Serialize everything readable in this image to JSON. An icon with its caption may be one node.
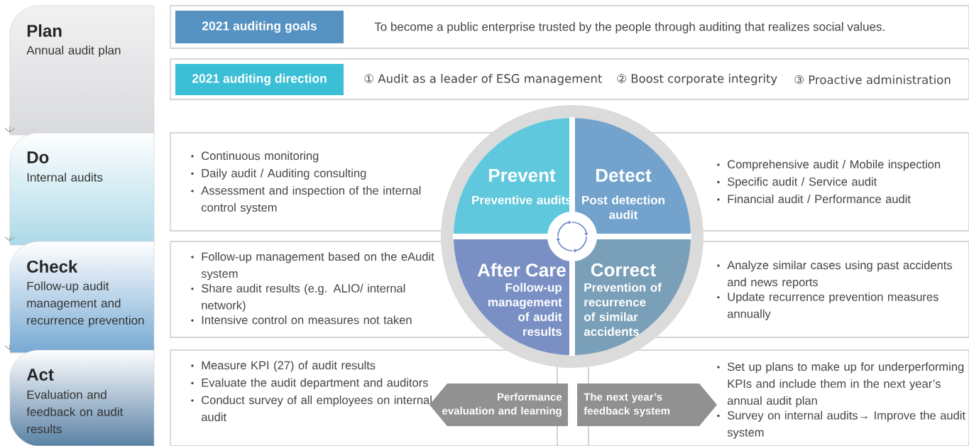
{
  "diagram": {
    "nodes": [
      {
        "text": [
          "Plan",
          "Annual audit plan"
        ]
      },
      {
        "text": [
          "Do",
          "Internal audits"
        ]
      },
      {
        "text": [
          "Check",
          "Follow-up audit management and recurrence prevention"
        ]
      },
      {
        "text": [
          "Act",
          "Evaluation and feedback on audit results"
        ]
      },
      {
        "text": [
          "To become a public enterprise trusted by the people through auditing that realizes social values."
        ]
      },
      {
        "text": [
          "2021 auditing goals"
        ],
        "in": 4
      },
      {
        "text": [
          "① Audit as a leader of ESG management",
          "② Boost corporate integrity",
          "③ Proactive administration"
        ]
      },
      {
        "text": [
          "2021 auditing direction"
        ],
        "in": 6
      },
      {
        "text": [
          "Continuous monitoring",
          "Daily audit / Auditing consulting",
          "Assessment and inspection of the internal control system",
          "Comprehensive audit / Mobile inspection",
          "Specific audit / Service audit",
          "Financial audit / Performance audit"
        ]
      },
      {
        "text": [
          "Follow-up management based on the eAudit system",
          "Share audit results (e.g. ALIO/ internal network)",
          "Intensive control on measures not taken",
          "Analyze similar cases using past accidents and news reports",
          "Update recurrence prevention measures annually"
        ]
      },
      {
        "text": [
          "Measure KPI (27) of audit results",
          "Evaluate the audit department and auditors",
          "Conduct survey of all employees on internal audit",
          "Set up plans to make up for underperforming KPIs and include them in the next year’s annual audit plan",
          "Survey on internal audits→ Improve the audit system"
        ]
      },
      {
        "text": [
          "Prevent",
          "Preventive audits"
        ]
      },
      {
        "text": [
          "Detect",
          "Post detection audit"
        ]
      },
      {
        "text": [
          "After Care",
          "Follow-up management of audit results"
        ]
      },
      {
        "text": [
          "Correct",
          "Prevention of recurrence of similar accidents"
        ]
      },
      {
        "text": [
          "Performance evaluation and learning"
        ],
        "in": 10
      },
      {
        "text": [
          "The next year’s feedback system"
        ],
        "in": 10
      }
    ],
    "edges": [
      {
        "from": 0,
        "to": 1,
        "arrow": "to"
      },
      {
        "from": 1,
        "to": 2,
        "arrow": "to"
      },
      {
        "from": 2,
        "to": 3,
        "arrow": "to"
      }
    ]
  }
}
